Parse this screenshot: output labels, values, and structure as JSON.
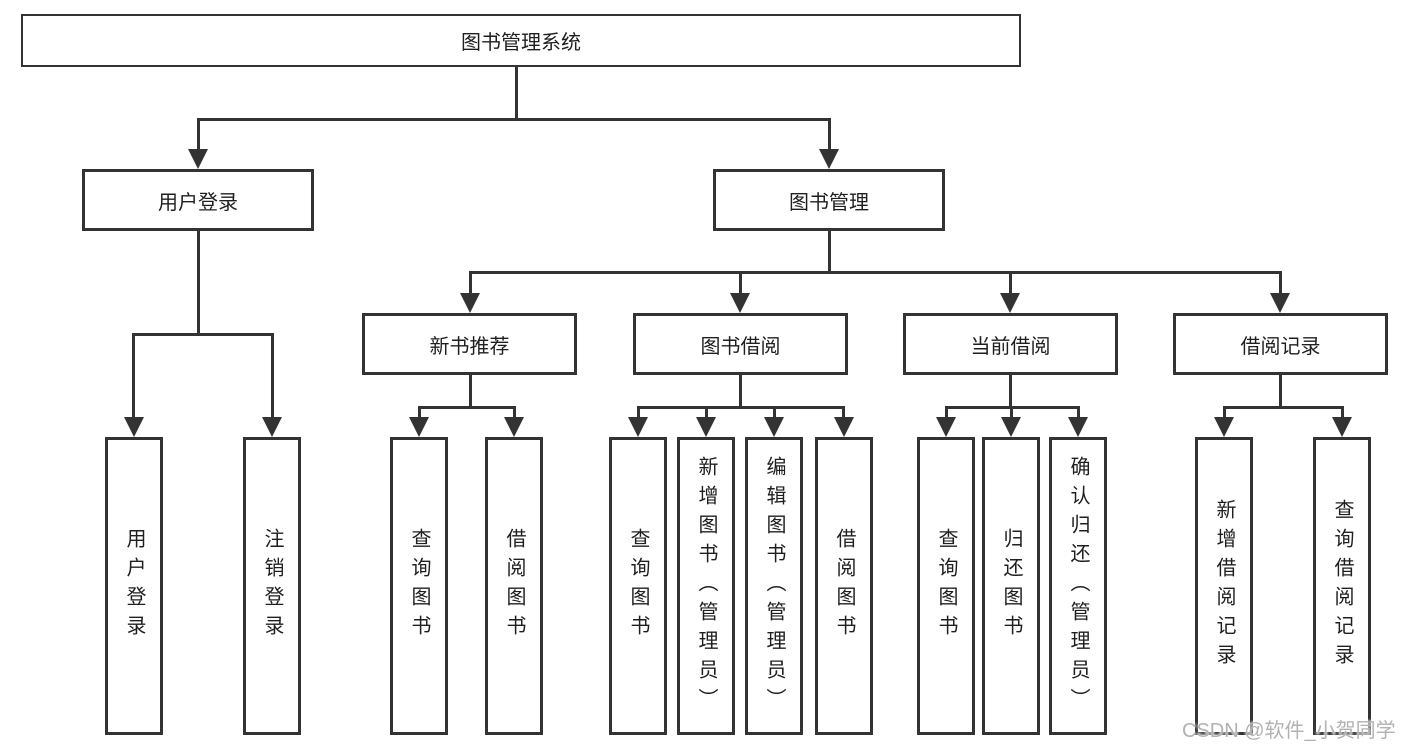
{
  "diagram": {
    "nodes": {
      "root": "图书管理系统",
      "level2": [
        "用户登录",
        "图书管理"
      ],
      "level3": [
        "新书推荐",
        "图书借阅",
        "当前借阅",
        "借阅记录"
      ],
      "leaves": [
        "用户登录",
        "注销登录",
        "查询图书",
        "借阅图书",
        "查询图书",
        "新增图书（管理员）",
        "编辑图书（管理员）",
        "借阅图书",
        "查询图书",
        "归还图书",
        "确认归还（管理员）",
        "新增借阅记录",
        "查询借阅记录"
      ]
    }
  },
  "watermark": "CSDN @软件_小贺同学",
  "theme": {
    "line_color": "#333333",
    "box_border_color": "#333333",
    "text_color": "#1f1f1f",
    "watermark_color": "#b2b2b2",
    "background_color": "#ffffff"
  }
}
